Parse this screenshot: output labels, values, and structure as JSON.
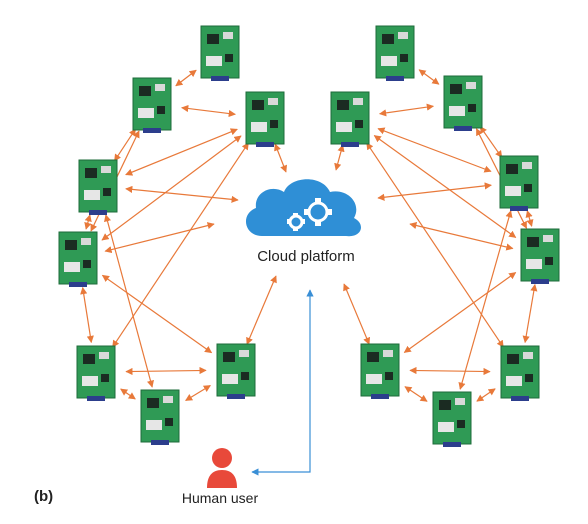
{
  "diagram": {
    "panel_label": "(b)",
    "cloud": {
      "label": "Cloud platform",
      "icon": "cloud-gears-icon",
      "color": "#2f8fd6"
    },
    "user": {
      "label": "Human user",
      "icon": "person-icon",
      "color": "#e8493a"
    },
    "board": {
      "icon": "circuit-board-icon",
      "color": "#2f9a55"
    },
    "connection_colors": {
      "board_links": "#e8793a",
      "user_link": "#3a8fd6"
    }
  }
}
